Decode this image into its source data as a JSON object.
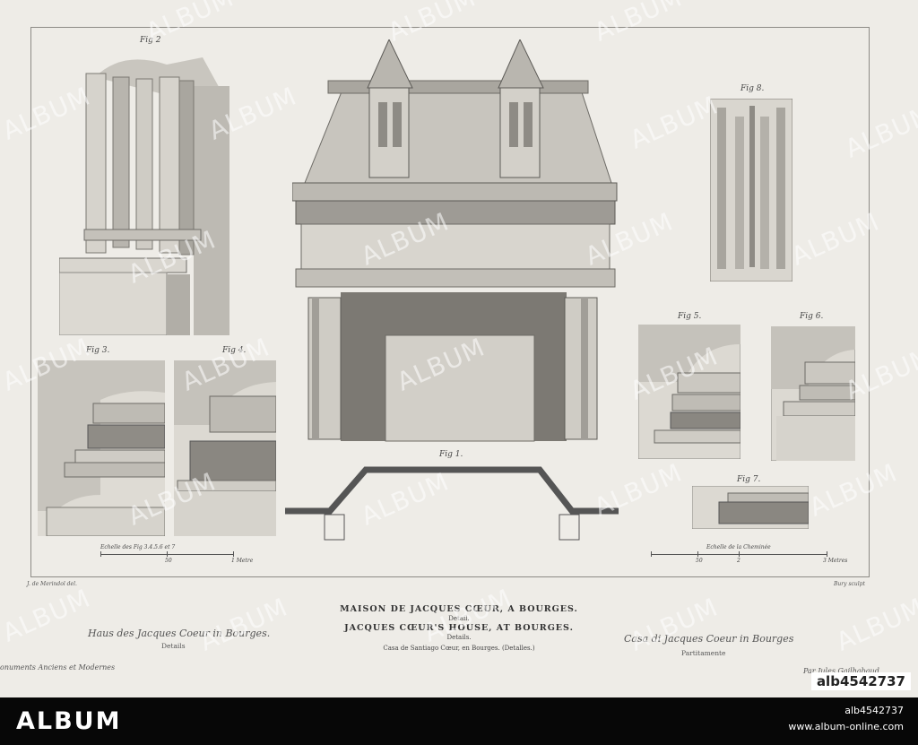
{
  "figures": {
    "fig1": "Fig 1.",
    "fig2": "Fig 2",
    "fig3": "Fig 3.",
    "fig4": "Fig 4.",
    "fig5": "Fig 5.",
    "fig6": "Fig 6.",
    "fig7": "Fig 7.",
    "fig8": "Fig 8."
  },
  "scales": {
    "left_label": "Echelle des Fig 3.4.5.6 et 7",
    "left_mid": "50",
    "left_unit": "1 Metre",
    "right_label": "Echelle de la Cheminée",
    "right_mid": "50",
    "right_two": "2",
    "right_unit": "3 Metres"
  },
  "credits": {
    "draftsman": "J. de Merindol del.",
    "engraver": "Bury sculpt"
  },
  "title": {
    "french": "MAISON DE JACQUES CŒUR, A BOURGES.",
    "french_sub": "Detail.",
    "english": "JACQUES CŒUR'S HOUSE, AT BOURGES.",
    "english_sub": "Details.",
    "spanish": "Casa de Santiago Cœur, en Bourges. (Detalles.)"
  },
  "side_titles": {
    "german": "Haus des Jacques Coeur in Bourges.",
    "german_sub": "Details",
    "italian": "Casa di Jacques Coeur in Bourges",
    "italian_sub": "Partitamente"
  },
  "edge_text": {
    "left": "onuments Anciens et Modernes",
    "right": "Par Jules Gailhabaud"
  },
  "watermark": "ALBUM",
  "footer": {
    "brand": "ALBUM",
    "ref_code": "alb4542737",
    "site": "www.album-online.com"
  },
  "colors": {
    "paper": "#eeece7",
    "ink": "#3a3a3a",
    "footer_bg": "#070707"
  }
}
